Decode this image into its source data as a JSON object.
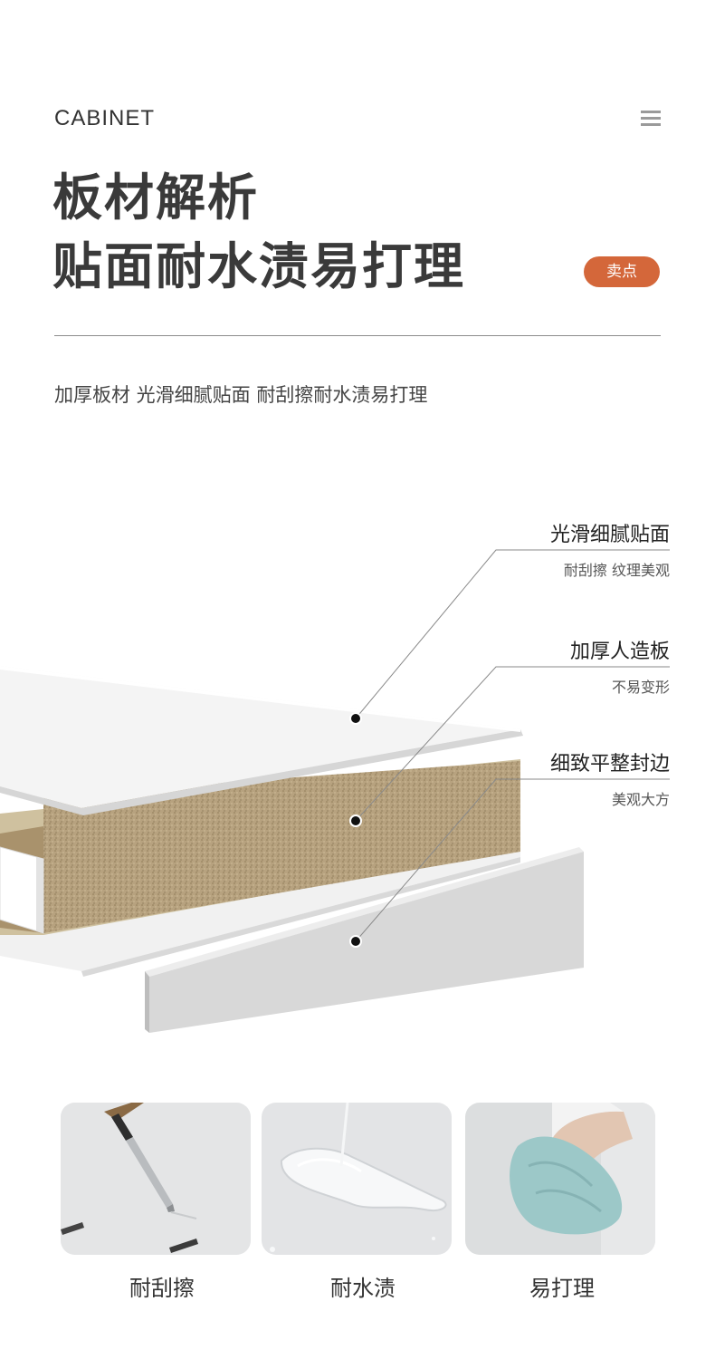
{
  "header": {
    "brand": "CABINET",
    "title_line1": "板材解析",
    "title_line2": "贴面耐水渍易打理",
    "badge": "卖点",
    "subtitle": "加厚板材 光滑细腻贴面 耐刮擦耐水渍易打理"
  },
  "layers": [
    {
      "title": "光滑细腻贴面",
      "desc": "耐刮擦 纹理美观"
    },
    {
      "title": "加厚人造板",
      "desc": "不易变形"
    },
    {
      "title": "细致平整封边",
      "desc": "美观大方"
    }
  ],
  "features": [
    {
      "label": "耐刮擦",
      "icon": "screwdriver-scratch-icon"
    },
    {
      "label": "耐水渍",
      "icon": "water-spill-icon"
    },
    {
      "label": "易打理",
      "icon": "cloth-wipe-icon"
    }
  ],
  "colors": {
    "accent": "#d4673a",
    "board_core": "#b8a27d",
    "text_dark": "#3a3a3a"
  }
}
